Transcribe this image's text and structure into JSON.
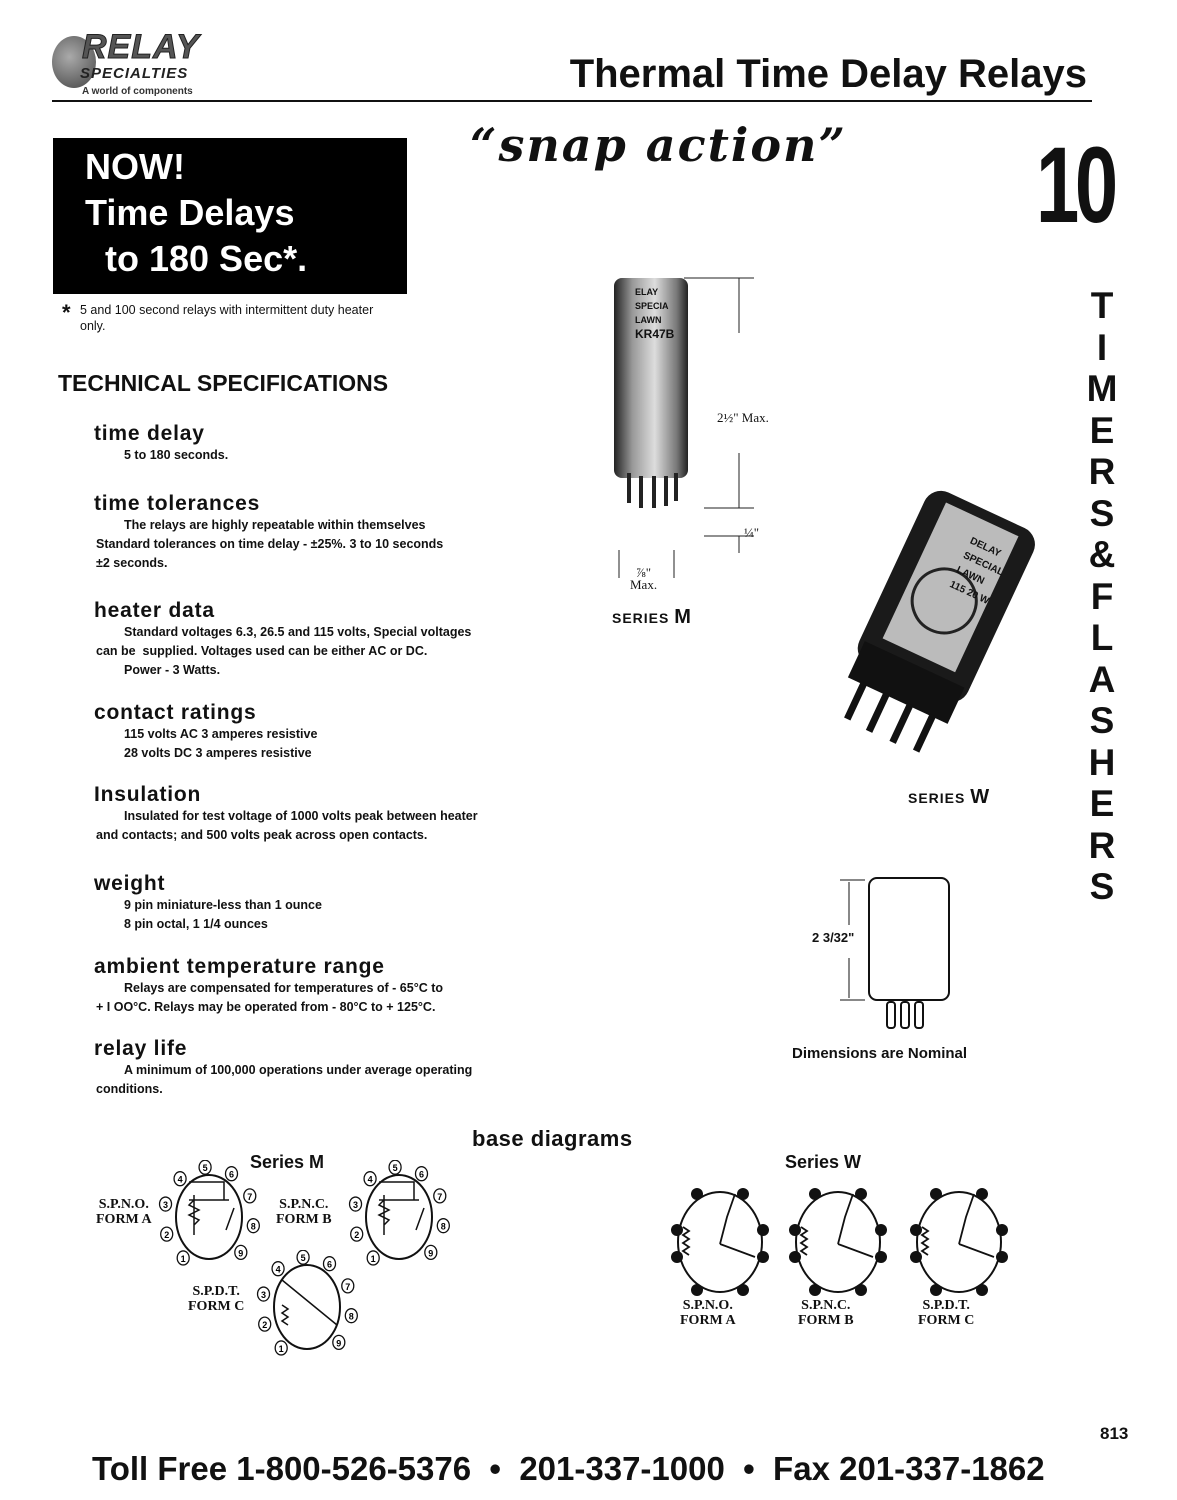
{
  "logo": {
    "name": "RELAY",
    "sub": "SPECIALTIES",
    "tagline": "A world of components"
  },
  "header": {
    "title": "Thermal Time Delay Relays"
  },
  "promo": {
    "lines": [
      "NOW!",
      "Time Delays",
      "  to 180 Sec*."
    ],
    "footnote_mark": "*",
    "footnote": "5 and 100 second relays with intermittent duty heater only."
  },
  "tagline": "“snap action”",
  "section": {
    "number": "10",
    "name_letters": [
      "T",
      "I",
      "M",
      "E",
      "R",
      "S",
      "&",
      "F",
      "L",
      "A",
      "S",
      "H",
      "E",
      "R",
      "S"
    ]
  },
  "specs": {
    "heading": "TECHNICAL SPECIFICATIONS",
    "items": [
      {
        "title": "time delay",
        "lines": [
          [
            "i1",
            "5 to 180 seconds."
          ]
        ]
      },
      {
        "title": "time tolerances",
        "lines": [
          [
            "i1",
            "The relays are highly repeatable within themselves"
          ],
          [
            "i0",
            "Standard tolerances on time delay - ±25%. 3 to 10 seconds"
          ],
          [
            "i0",
            "±2 seconds."
          ]
        ]
      },
      {
        "title": "heater data",
        "lines": [
          [
            "i1",
            "Standard voltages 6.3, 26.5 and 115 volts, Special voltages"
          ],
          [
            "i0",
            "can be  supplied. Voltages used can be either AC or DC."
          ],
          [
            "i1",
            "Power - 3 Watts."
          ]
        ]
      },
      {
        "title": "contact ratings",
        "lines": [
          [
            "i1",
            "115 volts AC 3 amperes resistive"
          ],
          [
            "i1",
            "28 volts DC 3 amperes resistive"
          ]
        ]
      },
      {
        "title": "Insulation",
        "lines": [
          [
            "i1",
            "Insulated for test voltage of 1000 volts peak between heater"
          ],
          [
            "i0",
            "and contacts; and 500 volts peak across open contacts."
          ]
        ]
      },
      {
        "title": "weight",
        "lines": [
          [
            "i1",
            "9 pin miniature-less than 1 ounce"
          ],
          [
            "i1",
            "8 pin octal, 1 1/4 ounces"
          ]
        ]
      },
      {
        "title": "ambient temperature range",
        "lines": [
          [
            "i1",
            "Relays are compensated for temperatures of - 65°C to"
          ],
          [
            "i0",
            "+ I OO°C. Relays may be operated from - 80°C to + 125°C."
          ]
        ]
      },
      {
        "title": "relay life",
        "lines": [
          [
            "i1",
            "A minimum of 100,000 operations under average operating"
          ],
          [
            "i0",
            "conditions."
          ]
        ]
      }
    ]
  },
  "photos": {
    "m": {
      "height": "2½\" Max.",
      "pin": "¼\"",
      "width": "⅞\"",
      "width_sub": "Max.",
      "series": "SERIES",
      "letter": "M",
      "can_text": [
        "ELAY",
        "SPECIA",
        "LAWN",
        "KR47B"
      ]
    },
    "w": {
      "series": "SERIES",
      "letter": "W",
      "can_text": [
        "DELAY",
        "SPECIAL",
        "LAWN",
        "115 20 W"
      ]
    },
    "outline": {
      "dim": "2 3/32\"",
      "caption": "Dimensions are Nominal"
    }
  },
  "base_diagrams": {
    "heading": "base diagrams",
    "series_m": {
      "label": "Series M",
      "forms": [
        {
          "name": "S.P.N.O.",
          "form": "FORM A"
        },
        {
          "name": "S.P.N.C.",
          "form": "FORM B"
        },
        {
          "name": "S.P.D.T.",
          "form": "FORM C"
        }
      ],
      "pins": [
        "1",
        "2",
        "3",
        "4",
        "5",
        "6",
        "7",
        "8",
        "9"
      ]
    },
    "series_w": {
      "label": "Series W",
      "forms": [
        {
          "name": "S.P.N.O.",
          "form": "FORM A"
        },
        {
          "name": "S.P.N.C.",
          "form": "FORM B"
        },
        {
          "name": "S.P.D.T.",
          "form": "FORM C"
        }
      ]
    }
  },
  "footer": {
    "page_number": "813",
    "contact": "Toll Free 1-800-526-5376  •  201-337-1000  •  Fax 201-337-1862"
  }
}
